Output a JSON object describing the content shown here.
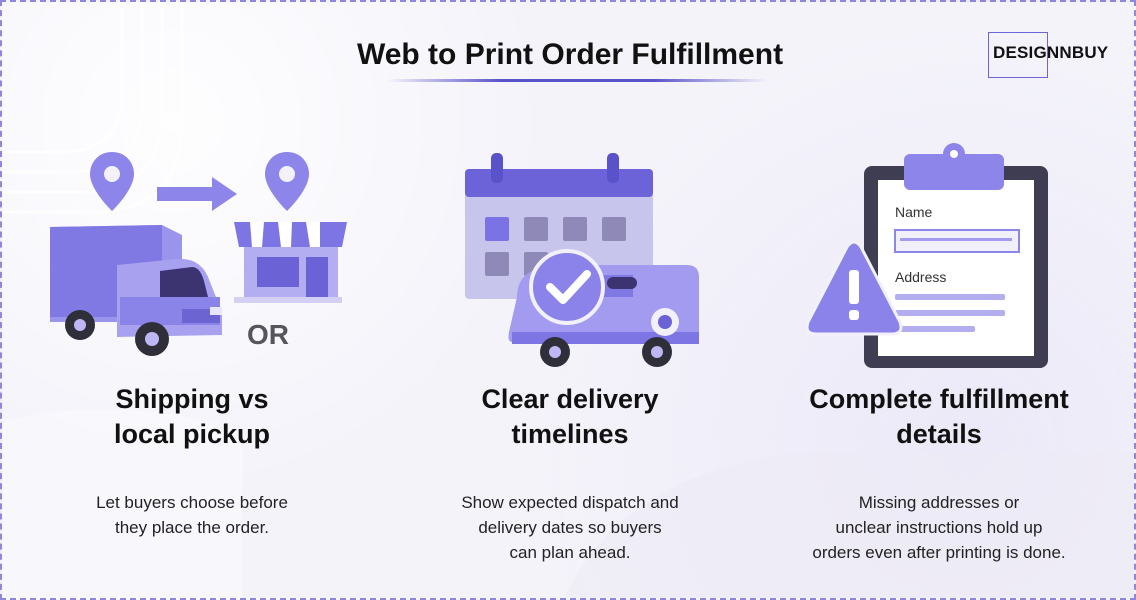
{
  "header": {
    "title": "Web to Print Order Fulfillment",
    "brand": "DESIGNNBUY"
  },
  "features": [
    {
      "icon": "truck-store-icon",
      "or_label": "OR",
      "heading": "Shipping vs local pickup",
      "heading_line1": "Shipping vs",
      "heading_line2": "local pickup",
      "text_line1": "Let buyers choose before",
      "text_line2": "they place the order."
    },
    {
      "icon": "calendar-van-icon",
      "heading_line1": "Clear delivery",
      "heading_line2": "timelines",
      "text_line1": "Show expected dispatch and",
      "text_line2": "delivery dates so buyers",
      "text_line3": "can plan ahead."
    },
    {
      "icon": "clipboard-warning-icon",
      "form_name_label": "Name",
      "form_address_label": "Address",
      "heading_line1": "Complete fulfillment",
      "heading_line2": "details",
      "text_line1": "Missing addresses or",
      "text_line2": "unclear instructions hold up",
      "text_line3": "orders even after printing is done."
    }
  ],
  "colors": {
    "accent": "#7b72e6",
    "accent_dark": "#5a52c8",
    "text": "#111111",
    "background": "#f4f3fa"
  }
}
